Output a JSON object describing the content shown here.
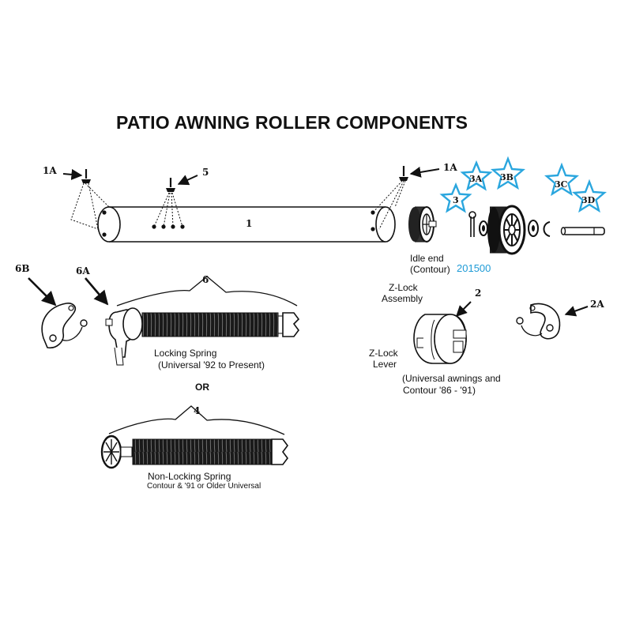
{
  "title": "PATIO AWNING ROLLER COMPONENTS",
  "colors": {
    "ink": "#111111",
    "star": "#2aa6de",
    "part_number": "#1f9bd6"
  },
  "callouts": {
    "c1A_left": "1A",
    "c1A_right": "1A",
    "c5": "5",
    "c1": "1",
    "c3": "3",
    "c3A": "3A",
    "c3B": "3B",
    "c3C": "3C",
    "c3D": "3D",
    "c6B": "6B",
    "c6A": "6A",
    "c6": "6",
    "c2": "2",
    "c2A": "2A",
    "c4": "4"
  },
  "captions": {
    "idle_end_line1": "Idle end",
    "idle_end_line2": "(Contour)",
    "idle_end_part_number": "201500",
    "zlock_assembly_line1": "Z-Lock",
    "zlock_assembly_line2": "Assembly",
    "zlock_lever_line1": "Z-Lock",
    "zlock_lever_line2": "Lever",
    "universal_line1": "(Universal awnings and",
    "universal_line2": "Contour '86 - '91)",
    "locking_spring_line1": "Locking Spring",
    "locking_spring_line2": "(Universal '92 to Present)",
    "or": "OR",
    "non_locking_line1": "Non-Locking Spring",
    "non_locking_line2": "Contour & '91 or Older Universal"
  }
}
